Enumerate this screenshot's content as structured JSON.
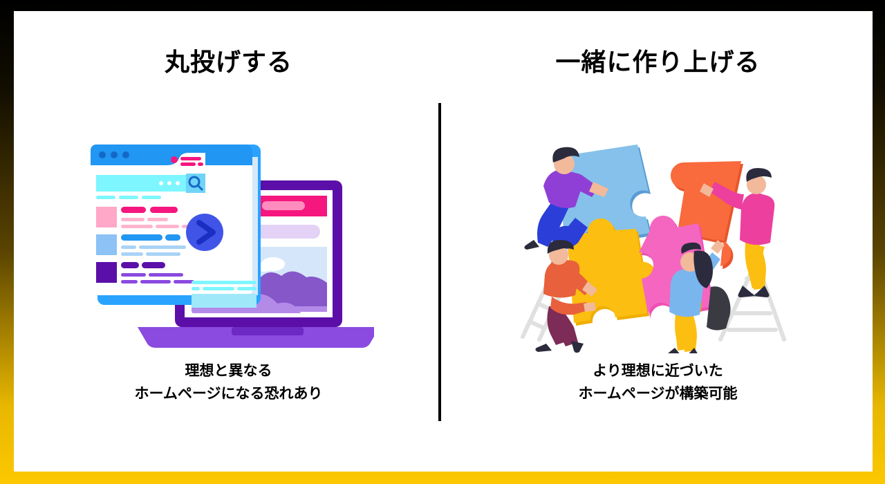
{
  "frame": {
    "gradient_top": "#000000",
    "gradient_bottom": "#fcc800",
    "inner_background": "#ffffff",
    "divider_color": "#000000"
  },
  "columns": [
    {
      "id": "left",
      "title": "丸投げする",
      "caption_line1": "理想と異なる",
      "caption_line2": "ホームページになる恐れあり",
      "illustration": "laptop-browser-window-illustration",
      "palette": {
        "browser_header": "#2196f3",
        "browser_accent": "#29a3ff",
        "search_field": "#7df6ff",
        "pink_block": "#ffa8c8",
        "pink_bar": "#f5167e",
        "blue_block": "#8cc2f5",
        "blue_bar": "#2196f3",
        "purple_block": "#5b0fa8",
        "purple_bar": "#6b2fd6",
        "laptop_body": "#5b0fa8",
        "laptop_base": "#8b4ae0",
        "screen_hill": "#a97be6",
        "screen_sky": "#d6e6fa",
        "play_button": "#4055e8"
      }
    },
    {
      "id": "right",
      "title": "一緒に作り上げる",
      "caption_line1": "より理想に近づいた",
      "caption_line2": "ホームページが構築可能",
      "illustration": "puzzle-pieces-teamwork-illustration",
      "palette": {
        "puzzle_blue": "#85c1ea",
        "puzzle_blue_shadow": "#5b9bd5",
        "puzzle_orange": "#f96a3c",
        "puzzle_orange_shadow": "#e8552b",
        "puzzle_yellow": "#fcbe10",
        "puzzle_yellow_shadow": "#f0ae00",
        "puzzle_pink": "#f566c0",
        "puzzle_pink_shadow": "#ef4fb3",
        "ladder": "#e3e3e3",
        "person_purple": "#8f3fd6",
        "person_blue_pants": "#2b3fd8",
        "person_orange": "#e8603c",
        "person_maroon": "#7d2b57",
        "person_magenta": "#ec3f9e",
        "person_yellow": "#fcbe10",
        "person_lightblue": "#7ab6ee",
        "skin": "#f2b99a",
        "hair": "#2b2b3d",
        "bag": "#3a3a42"
      }
    }
  ]
}
